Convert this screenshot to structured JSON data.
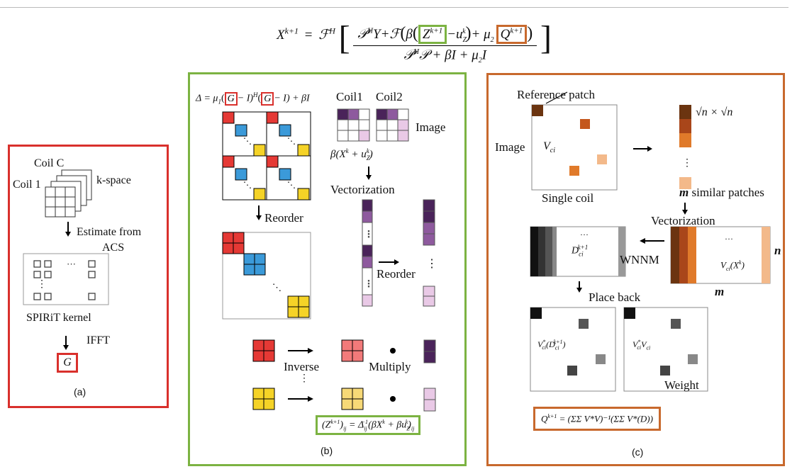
{
  "equation": {
    "lhs": "X",
    "lhs_sup": "k+1",
    "op": "=",
    "F": "ℱ",
    "F_sup": "H",
    "num_a": "𝒫",
    "num_a_sup": "H",
    "num_b": "Y+ℱ",
    "num_c": "β",
    "Z": "Z",
    "Z_sup": "k+1",
    "minus_u": "−u",
    "u_sub": "Z",
    "u_sup": "k",
    "plus_mu2": "+ μ",
    "mu_sub": "2",
    "Q": "Q",
    "Q_sup": "k+1",
    "den_a": "𝒫",
    "den_sup": "H",
    "den_b": "𝒫 + βI + μ",
    "den_sub": "2",
    "den_c": "I"
  },
  "panel_a": {
    "coil_c": "Coil C",
    "coil_1": "Coil 1",
    "kspace": "k-space",
    "estimate": "Estimate from",
    "acs": "ACS",
    "dots_h": "···",
    "dots_v": "⋮",
    "kernel": "SPIRiT kernel",
    "ifft": "IFFT",
    "g": "G",
    "caption": "(a)"
  },
  "panel_b": {
    "delta_eq_a": "Δ = μ",
    "delta_eq_sub": "1",
    "g1": "G",
    "minus_i1": "− I)",
    "h_sup": "H",
    "g2": "G",
    "minus_i2": "− I) + βI",
    "coil1": "Coil1",
    "coil2": "Coil2",
    "image": "Image",
    "beta_term": "β(X",
    "beta_sup": "k",
    "beta_rest": " + u",
    "beta_sub": "Z",
    "beta_sup2": "k",
    "beta_close": ")",
    "vectorization": "Vectorization",
    "reorder1": "Reorder",
    "reorder2": "Reorder",
    "inverse": "Inverse",
    "multiply": "Multiply",
    "dots": "⋮",
    "diag_dots": "⋱",
    "result_a": "(Z",
    "result_sup": "k+1",
    "result_b": ")",
    "result_sub": "ij",
    "result_c": " = Δ",
    "result_sub2": "ij",
    "result_sup2": "−1",
    "result_d": "(βX",
    "result_sup3": "k",
    "result_e": " + βu",
    "result_sub3": "Z",
    "result_sup4": "k",
    "result_f": ")",
    "result_sub4": "ij",
    "caption": "(b)"
  },
  "panel_c": {
    "ref_patch": "Reference patch",
    "image": "Image",
    "v_ci": "V",
    "v_sub": "ci",
    "single_coil": "Single coil",
    "sqrt_n": "√n × √n",
    "dots_v": "⋮",
    "m_similar_m": "m",
    "m_similar": " similar patches",
    "vectorization": "Vectorization",
    "wnnm": "WNNM",
    "d_label": "D",
    "d_sub": "ci",
    "d_sup": "k+1",
    "dots_h": "···",
    "vx_label": "V",
    "vx_sub": "ci",
    "vx_rest": "(X",
    "vx_sup": "k",
    "vx_close": ")",
    "n_label": "n",
    "m_label": "m",
    "place_back": "Place back",
    "vd_label": "V",
    "vd_sup": "*",
    "vd_sub": "ci",
    "vd_rest": "(D",
    "vd_sub2": "ci",
    "vd_sup2": "k+1",
    "vd_close": ")",
    "vv_label": "V",
    "vv_sup": "*",
    "vv_sub": "ci",
    "vv_label2": "V",
    "vv_sub2": "ci",
    "weight": "Weight",
    "q_eq": "Q",
    "q_sup": "k+1",
    "q_eq_rest": " = (ΣΣ V*V)⁻¹(ΣΣ V*(D))",
    "caption": "(c)"
  },
  "colors": {
    "red_frame": "#d9302c",
    "green_frame": "#7cb342",
    "orange_frame": "#c8692d",
    "red_block": "#e53935",
    "blue_block": "#3b9ad9",
    "yellow_block": "#f5d327",
    "dark_purple": "#4a235a",
    "mid_purple": "#8e5a9e",
    "light_purple": "#e9c9e6",
    "brown_dark": "#6b3410",
    "brown_mid": "#c4571c",
    "orange_light": "#f3b98a"
  }
}
